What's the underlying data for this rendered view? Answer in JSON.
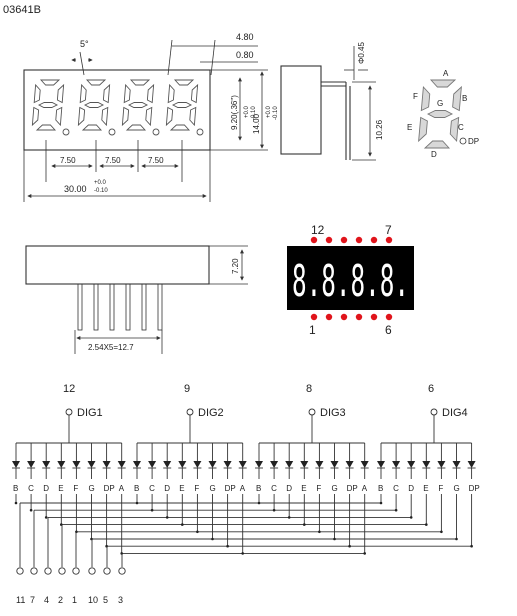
{
  "part_number": "03641B",
  "front_view": {
    "angle": "5°",
    "dim_top_a": "4.80",
    "dim_top_b": "0.80",
    "dim_digit_h": "9.20(.36\")",
    "dim_digit_tol_plus": "+0.0",
    "dim_digit_tol_minus": "-0.10",
    "dim_height": "14.00",
    "dim_height_tol_plus": "+0.0",
    "dim_height_tol_minus": "-0.10",
    "pitch_1": "7.50",
    "pitch_2": "7.50",
    "pitch_3": "7.50",
    "dim_width": "30.00",
    "dim_width_tol_plus": "+0.0",
    "dim_width_tol_minus": "-0.10"
  },
  "side_view": {
    "pin_dia": "Φ0.45",
    "dim_pin_len": "10.26"
  },
  "segment_legend": {
    "a": "A",
    "b": "B",
    "c": "C",
    "d": "D",
    "e": "E",
    "f": "F",
    "g": "G",
    "dp": "DP"
  },
  "bottom_view": {
    "dim_height": "7.20",
    "pin_pitch": "2.54X5=12.7"
  },
  "pinout": {
    "top_left": "12",
    "top_right": "7",
    "bottom_left": "1",
    "bottom_right": "6",
    "digits_text": "8.8.8.8."
  },
  "schematic": {
    "digits": [
      {
        "pin": "12",
        "label": "DIG1"
      },
      {
        "pin": "9",
        "label": "DIG2"
      },
      {
        "pin": "8",
        "label": "DIG3"
      },
      {
        "pin": "6",
        "label": "DIG4"
      }
    ],
    "group_segments": [
      [
        "B",
        "C",
        "D",
        "E",
        "F",
        "G",
        "DP",
        "A"
      ],
      [
        "B",
        "C",
        "D",
        "E",
        "F",
        "G",
        "DP",
        "A"
      ],
      [
        "B",
        "C",
        "D",
        "E",
        "F",
        "G",
        "DP",
        "A"
      ],
      [
        "B",
        "C",
        "D",
        "E",
        "F",
        "G",
        "DP"
      ]
    ],
    "segment_pins": [
      "11",
      "7",
      "4",
      "2",
      "1",
      "10",
      "5",
      "3"
    ]
  }
}
